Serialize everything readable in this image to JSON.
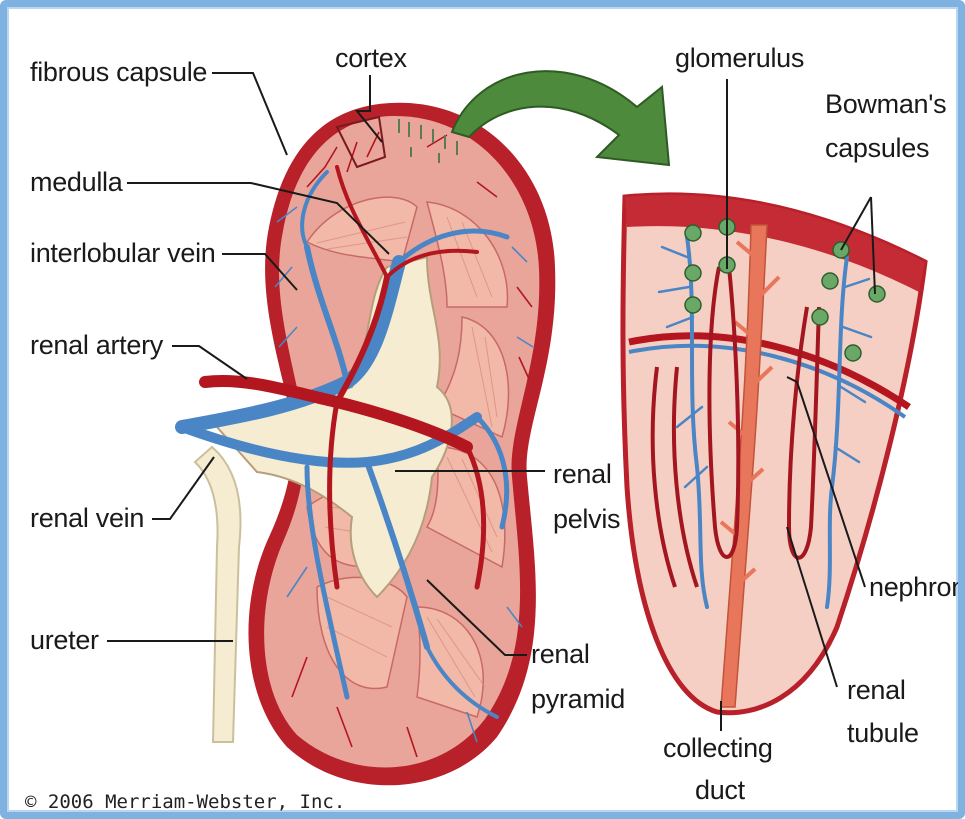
{
  "labels": {
    "fibrous_capsule": "fibrous capsule",
    "cortex": "cortex",
    "medulla": "medulla",
    "interlobular_vein": "interlobular vein",
    "renal_artery": "renal artery",
    "renal_vein": "renal vein",
    "ureter": "ureter",
    "renal_pelvis_line1": "renal",
    "renal_pelvis_line2": "pelvis",
    "renal_pyramid_line1": "renal",
    "renal_pyramid_line2": "pyramid",
    "glomerulus": "glomerulus",
    "bowmans_line1": "Bowman's",
    "bowmans_line2": "capsules",
    "nephron": "nephron",
    "renal_tubule_line1": "renal",
    "renal_tubule_line2": "tubule",
    "collecting_duct_line1": "collecting",
    "collecting_duct_line2": "duct"
  },
  "copyright": "© 2006 Merriam-Webster, Inc.",
  "colors": {
    "frame_border": "#7fb2e0",
    "capsule_red": "#b8202a",
    "cortex_pink": "#e9a59a",
    "pyramid_pink": "#f2b8a8",
    "vein_blue": "#4a86c5",
    "artery_red": "#b3161f",
    "ureter_cream": "#f5ecd2",
    "arrow_green": "#4e8a3c",
    "glomerulus_green": "#6aa867",
    "duct_orange": "#e8765a"
  }
}
